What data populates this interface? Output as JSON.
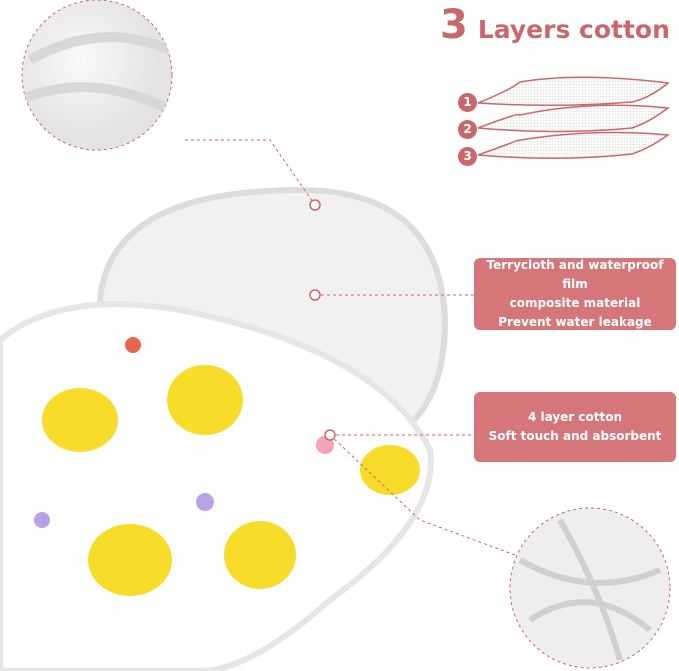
{
  "header": {
    "number": "3",
    "title": "Layers cotton"
  },
  "layers": [
    {
      "num": "1"
    },
    {
      "num": "2"
    },
    {
      "num": "3"
    }
  ],
  "labels": [
    {
      "lines": [
        "Terrycloth and waterproof film",
        "composite material",
        "Prevent water leakage"
      ]
    },
    {
      "lines": [
        "4 layer cotton",
        "Soft touch and absorbent"
      ]
    }
  ],
  "colors": {
    "accent": "#c9686b",
    "label_bg": "#d4767a",
    "duck": "#f7dc2a"
  }
}
